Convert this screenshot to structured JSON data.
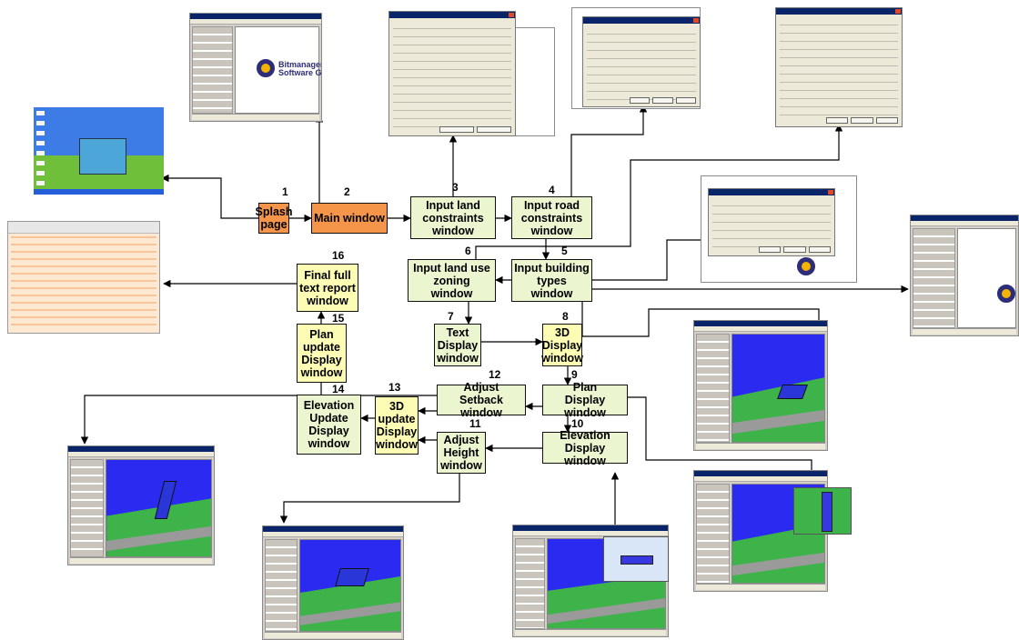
{
  "nodes": [
    {
      "id": "splash",
      "num": "1",
      "label": "Splash\npage",
      "color": "orange"
    },
    {
      "id": "main",
      "num": "2",
      "label": "Main window",
      "color": "orange"
    },
    {
      "id": "land",
      "num": "3",
      "label": "Input land\nconstraints\nwindow",
      "color": "green"
    },
    {
      "id": "road",
      "num": "4",
      "label": "Input road\nconstraints\nwindow",
      "color": "green"
    },
    {
      "id": "building",
      "num": "5",
      "label": "Input building\ntypes\nwindow",
      "color": "green"
    },
    {
      "id": "zoning",
      "num": "6",
      "label": "Input land use\nzoning\nwindow",
      "color": "green"
    },
    {
      "id": "text",
      "num": "7",
      "label": "Text\nDisplay\nwindow",
      "color": "green"
    },
    {
      "id": "d3",
      "num": "8",
      "label": "3D\nDisplay\nwindow",
      "color": "yellow"
    },
    {
      "id": "plan",
      "num": "9",
      "label": "Plan\nDisplay window",
      "color": "green"
    },
    {
      "id": "elev",
      "num": "10",
      "label": "Elevation\nDisplay window",
      "color": "green"
    },
    {
      "id": "height",
      "num": "11",
      "label": "Adjust\nHeight\nwindow",
      "color": "green"
    },
    {
      "id": "setback",
      "num": "12",
      "label": "Adjust\nSetback window",
      "color": "green"
    },
    {
      "id": "d3upd",
      "num": "13",
      "label": "3D\nupdate\nDisplay\nwindow",
      "color": "yellow"
    },
    {
      "id": "elevupd",
      "num": "14",
      "label": "Elevation\nUpdate\nDisplay\nwindow",
      "color": "green"
    },
    {
      "id": "planupd",
      "num": "15",
      "label": "Plan\nupdate\nDisplay\nwindow",
      "color": "yellow"
    },
    {
      "id": "final",
      "num": "16",
      "label": "Final full\ntext report\nwindow",
      "color": "yellow"
    }
  ],
  "logo": {
    "line1": "Bitmanagement",
    "line2": "Software GmbH"
  },
  "colors": {
    "orange": "#f4954a",
    "green": "#ebf5cf",
    "yellow": "#fdfcb4",
    "viewport_blue": "#2a2af0",
    "ground_green": "#3db34a",
    "building_blue": "#2a36d8"
  }
}
